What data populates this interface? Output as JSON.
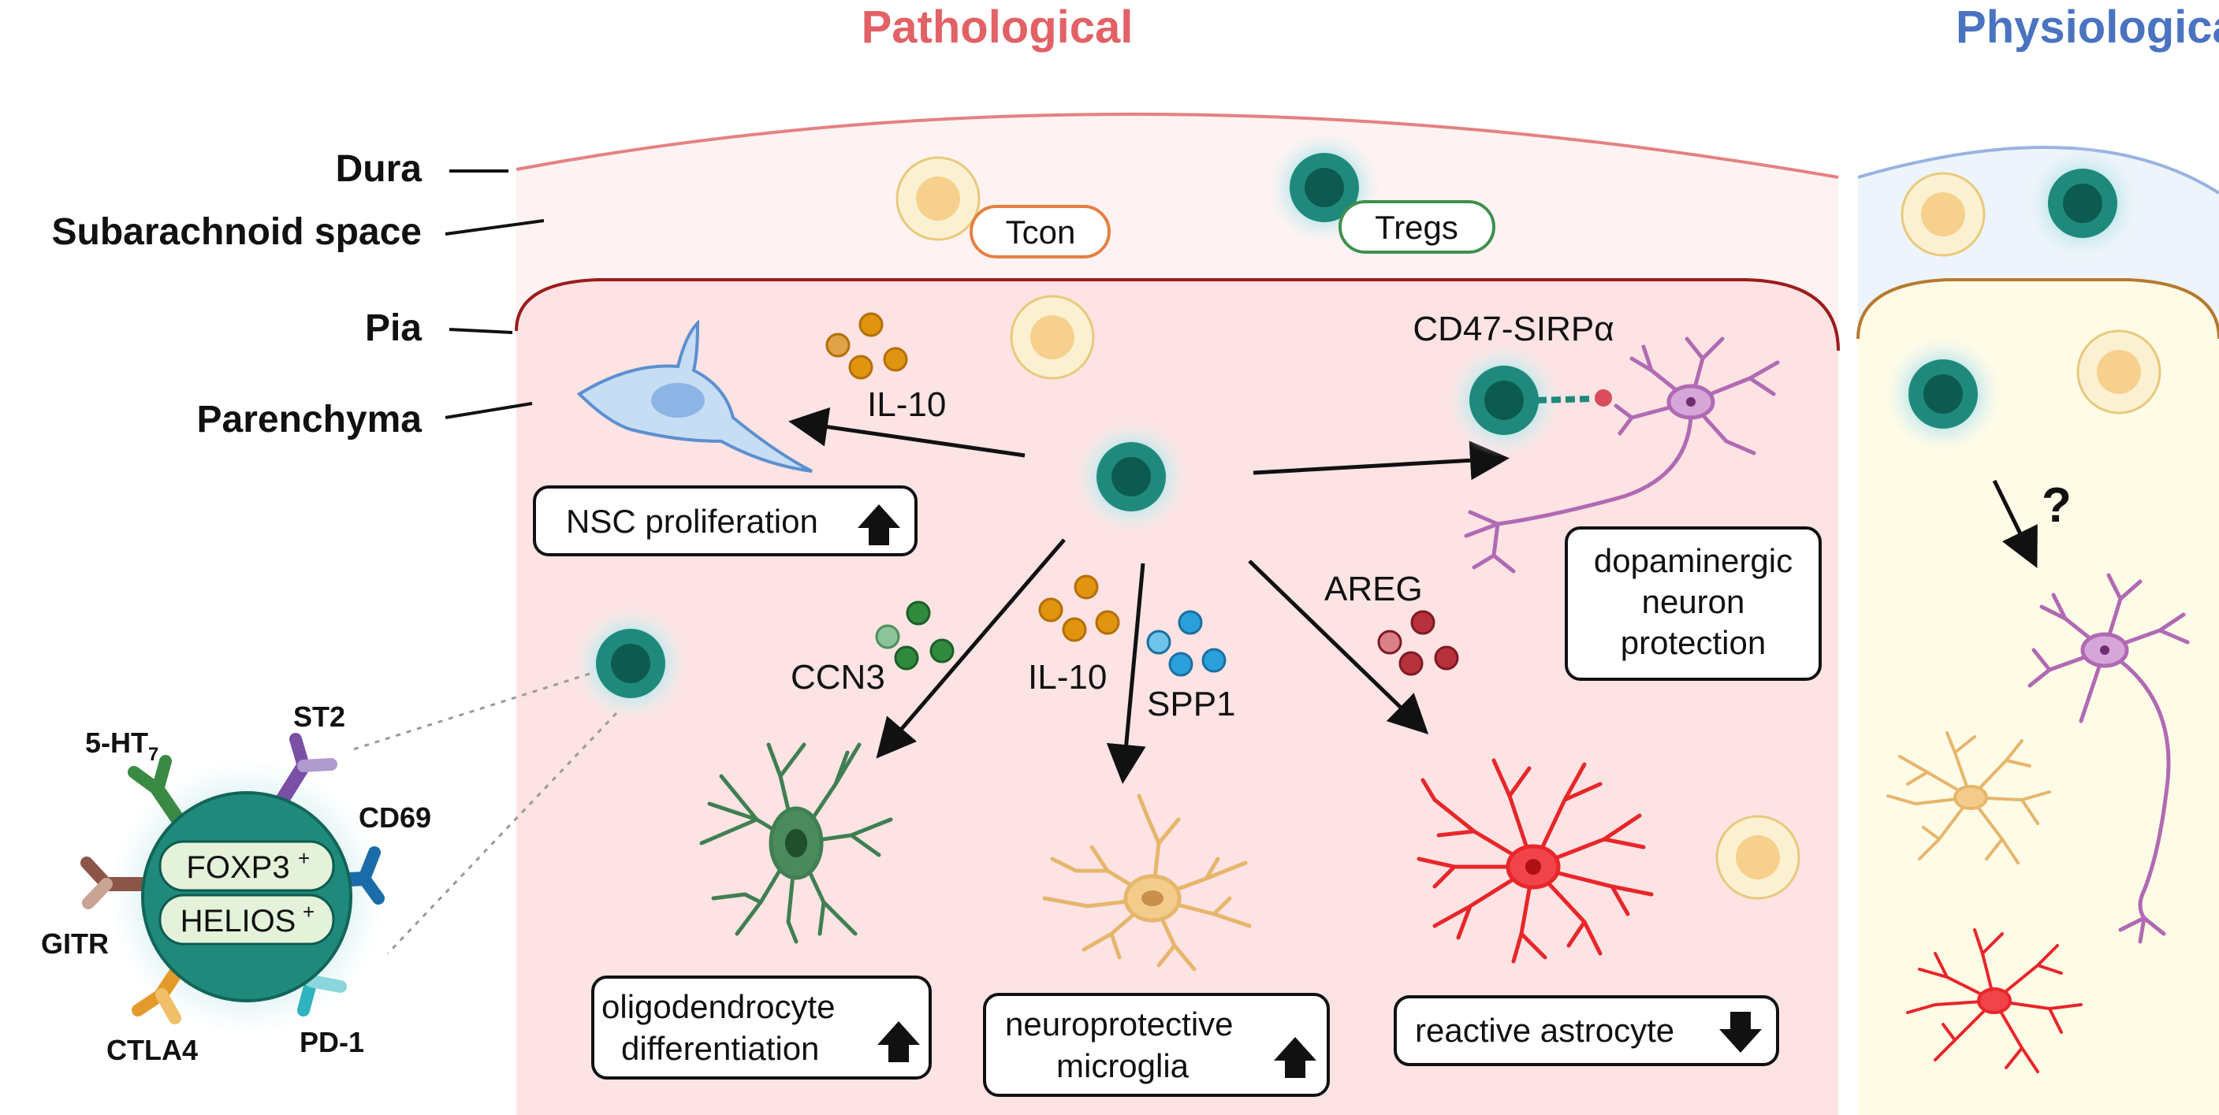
{
  "headers": {
    "pathological": "Pathological",
    "physiological": "Physiological"
  },
  "layers": {
    "dura": "Dura",
    "subarachnoid": "Subarachnoid space",
    "pia": "Pia",
    "parenchyma": "Parenchyma"
  },
  "meninges_cells": {
    "tcon": "Tcon",
    "tregs": "Tregs"
  },
  "factors": {
    "il10_top": "IL-10",
    "cd47": "CD47-SIRPα",
    "ccn3": "CCN3",
    "il10_mid": "IL-10",
    "spp1": "SPP1",
    "areg": "AREG",
    "question": "?"
  },
  "outcomes": {
    "nsc": "NSC proliferation",
    "dopa_line1": "dopaminergic",
    "dopa_line2": "neuron",
    "dopa_line3": "protection",
    "oligo_line1": "oligodendrocyte",
    "oligo_line2": "differentiation",
    "micro_line1": "neuroprotective",
    "micro_line2": "microglia",
    "astro": "reactive astrocyte"
  },
  "treg_detail": {
    "foxp3": "FOXP3",
    "foxp3_sup": "+",
    "helios": "HELIOS",
    "helios_sup": "+",
    "receptors": {
      "ht7_base": "5-HT",
      "ht7_sub": "7",
      "st2": "ST2",
      "cd69": "CD69",
      "gitr": "GITR",
      "ctla4": "CTLA4",
      "pd1": "PD-1"
    }
  },
  "colors": {
    "pathological": "#E26166",
    "physiological": "#4A73C0",
    "treg": "#1F8A7C",
    "oligodendrocyte": "#3F7F52",
    "microglia": "#E9B872",
    "astrocyte": "#E8262A",
    "neuron": "#B06AB3",
    "nsc": "#6F9FD8"
  }
}
